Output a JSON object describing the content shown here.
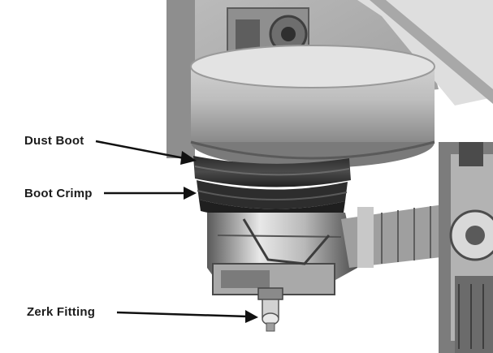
{
  "callouts": {
    "dust_boot": "Dust Boot",
    "boot_crimp": "Boot Crimp",
    "zerk_fitting": "Zerk Fitting"
  },
  "colors": {
    "background": "#ffffff",
    "label_text": "#1c1c1c",
    "rubber_boot": "#3a3a3a",
    "metal_light": "#d6d6d6",
    "metal_dark": "#6a6a6a"
  }
}
